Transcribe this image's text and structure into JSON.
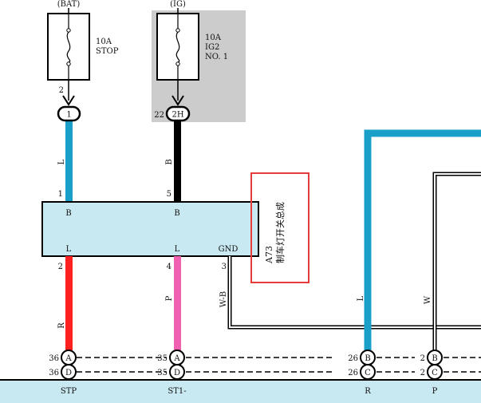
{
  "fuses": [
    {
      "source": "(BAT)",
      "rating": "10A",
      "name_lines": [
        "STOP"
      ],
      "pin": "2",
      "connector_pin": "1"
    },
    {
      "source": "(IG)",
      "rating": "10A",
      "name_lines": [
        "IG2",
        "NO. 1"
      ],
      "pin": "22",
      "connector_pin": "2H"
    }
  ],
  "switch": {
    "top_pins": [
      {
        "num": "1",
        "label": "B"
      },
      {
        "num": "5",
        "label": "B"
      }
    ],
    "bottom_pins": [
      {
        "num": "2",
        "label": "L"
      },
      {
        "num": "4",
        "label": "L"
      },
      {
        "num": "3",
        "label": "GND"
      }
    ],
    "code": "A73",
    "name": "制车灯开关总成"
  },
  "wire_colors": {
    "left_upper": "L",
    "middle_upper": "B",
    "left_lower": "R",
    "middle_lower": "P",
    "gnd": "W-B",
    "right_blue": "L",
    "right_white": "W"
  },
  "connector_rows": [
    {
      "nums": [
        "36",
        "35",
        "26",
        "2"
      ],
      "letters": [
        "A",
        "A",
        "B",
        "B"
      ]
    },
    {
      "nums": [
        "36",
        "35",
        "26",
        "2"
      ],
      "letters": [
        "D",
        "D",
        "C",
        "C"
      ]
    }
  ],
  "bottom_labels": [
    "STP",
    "ST1-",
    "R",
    "P"
  ],
  "colors": {
    "light_blue": "#c9e9f2",
    "grey_panel": "#cccccc",
    "blue_wire": "#1aa0c8",
    "black_wire": "#000000",
    "red_wire": "#ff2020",
    "pink_wire": "#f060b0",
    "highlight_box": "#e63b3b"
  }
}
